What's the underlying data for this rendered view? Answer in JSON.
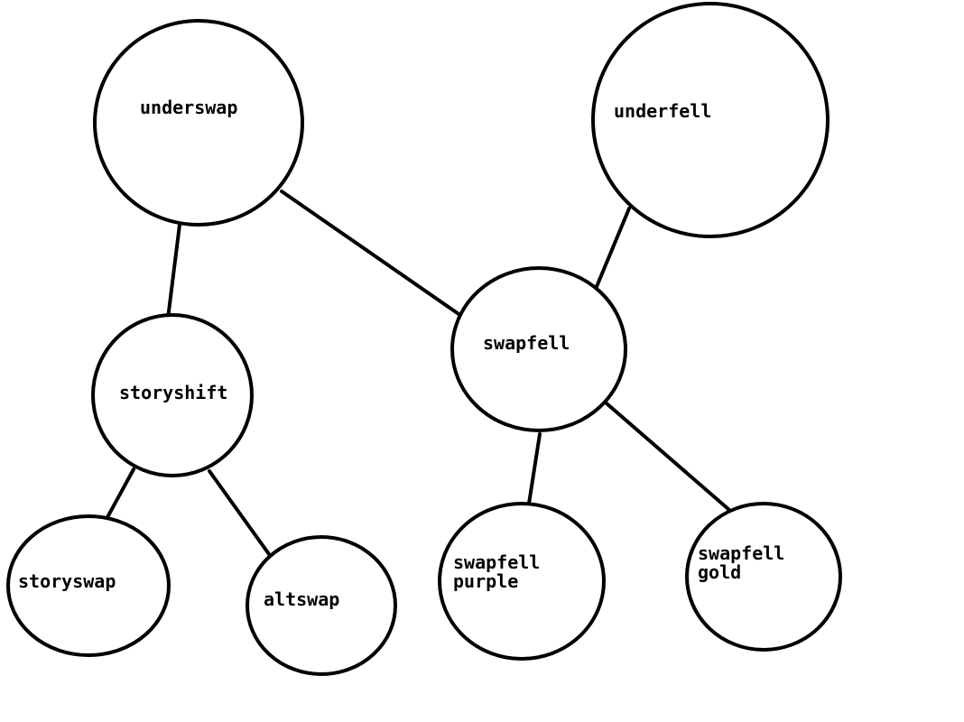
{
  "diagram": {
    "nodes": [
      {
        "id": "underswap",
        "label": [
          "underswap"
        ]
      },
      {
        "id": "underfell",
        "label": [
          "underfell"
        ]
      },
      {
        "id": "storyshift",
        "label": [
          "storyshift"
        ]
      },
      {
        "id": "swapfell",
        "label": [
          "swapfell"
        ]
      },
      {
        "id": "storyswap",
        "label": [
          "storyswap"
        ]
      },
      {
        "id": "altswap",
        "label": [
          "altswap"
        ]
      },
      {
        "id": "swapfell-purple",
        "label": [
          "swapfell",
          "purple"
        ]
      },
      {
        "id": "swapfell-gold",
        "label": [
          "swapfell",
          "gold"
        ]
      }
    ],
    "edges": [
      {
        "from": "underswap",
        "to": "storyshift"
      },
      {
        "from": "underswap",
        "to": "swapfell"
      },
      {
        "from": "underfell",
        "to": "swapfell"
      },
      {
        "from": "storyshift",
        "to": "storyswap"
      },
      {
        "from": "storyshift",
        "to": "altswap"
      },
      {
        "from": "swapfell",
        "to": "swapfell-purple"
      },
      {
        "from": "swapfell",
        "to": "swapfell-gold"
      }
    ]
  }
}
